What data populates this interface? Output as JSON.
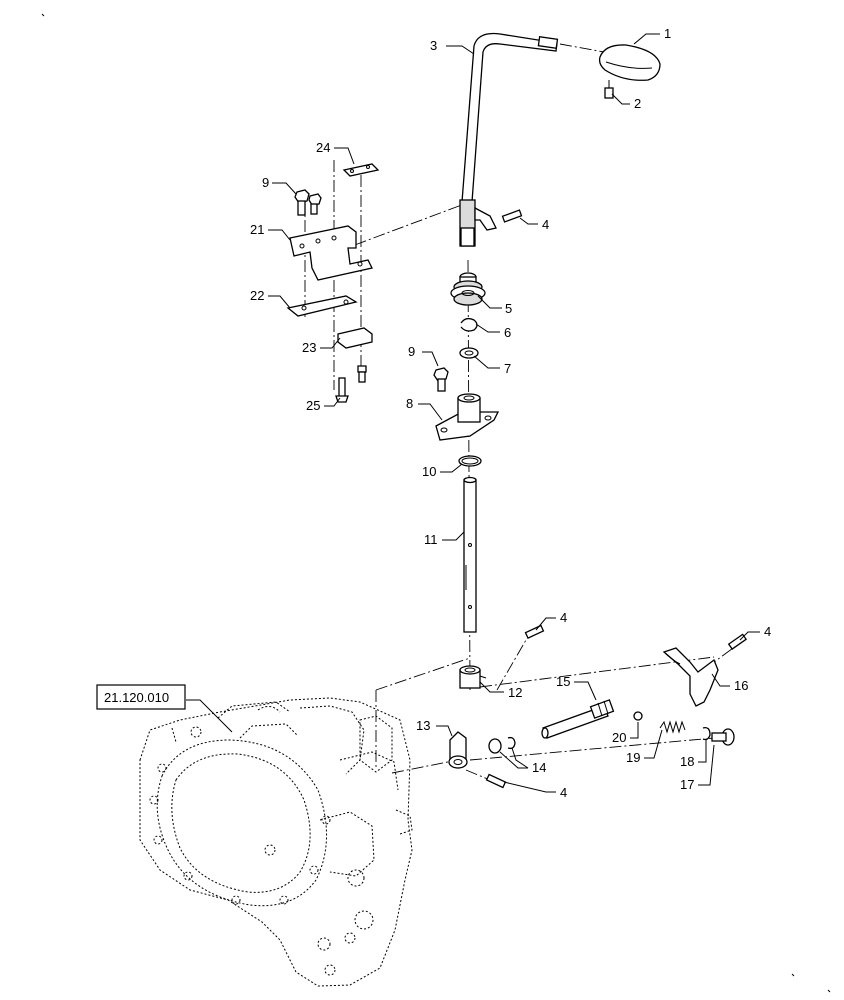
{
  "callouts": {
    "c1": "1",
    "c2": "2",
    "c3": "3",
    "c4": "4",
    "c5": "5",
    "c6": "6",
    "c7": "7",
    "c8": "8",
    "c9": "9",
    "c10": "10",
    "c11": "11",
    "c12": "12",
    "c13": "13",
    "c14": "14",
    "c15": "15",
    "c16": "16",
    "c17": "17",
    "c18": "18",
    "c19": "19",
    "c20": "20",
    "c21": "21",
    "c22": "22",
    "c23": "23",
    "c24": "24",
    "c25": "25"
  },
  "reference": {
    "label": "21.120.010"
  }
}
